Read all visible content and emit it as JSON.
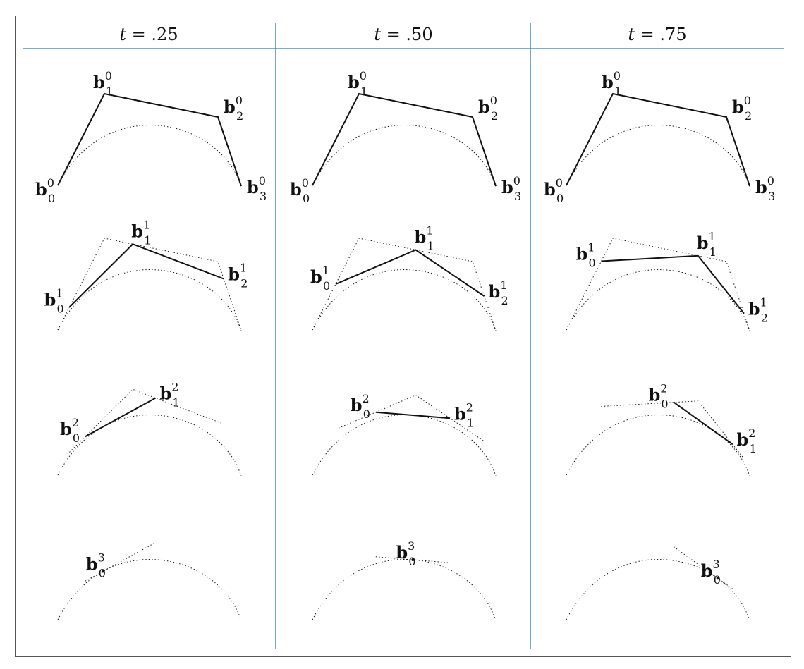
{
  "colors": {
    "rule": "#2a7fb8",
    "frame": "#555555",
    "ink": "#111111"
  },
  "columns": [
    {
      "header": {
        "var": "t",
        "eq": " = ",
        "value": ".25"
      },
      "rows": [
        {
          "labels": [
            {
              "base": "b",
              "sup": "0",
              "sub": "0"
            },
            {
              "base": "b",
              "sup": "0",
              "sub": "1"
            },
            {
              "base": "b",
              "sup": "0",
              "sub": "2"
            },
            {
              "base": "b",
              "sup": "0",
              "sub": "3"
            }
          ]
        },
        {
          "labels": [
            {
              "base": "b",
              "sup": "1",
              "sub": "0"
            },
            {
              "base": "b",
              "sup": "1",
              "sub": "1"
            },
            {
              "base": "b",
              "sup": "1",
              "sub": "2"
            }
          ]
        },
        {
          "labels": [
            {
              "base": "b",
              "sup": "2",
              "sub": "0"
            },
            {
              "base": "b",
              "sup": "2",
              "sub": "1"
            }
          ]
        },
        {
          "labels": [
            {
              "base": "b",
              "sup": "3",
              "sub": "0"
            }
          ]
        }
      ]
    },
    {
      "header": {
        "var": "t",
        "eq": " = ",
        "value": ".50"
      },
      "rows": [
        {
          "labels": [
            {
              "base": "b",
              "sup": "0",
              "sub": "0"
            },
            {
              "base": "b",
              "sup": "0",
              "sub": "1"
            },
            {
              "base": "b",
              "sup": "0",
              "sub": "2"
            },
            {
              "base": "b",
              "sup": "0",
              "sub": "3"
            }
          ]
        },
        {
          "labels": [
            {
              "base": "b",
              "sup": "1",
              "sub": "0"
            },
            {
              "base": "b",
              "sup": "1",
              "sub": "1"
            },
            {
              "base": "b",
              "sup": "1",
              "sub": "2"
            }
          ]
        },
        {
          "labels": [
            {
              "base": "b",
              "sup": "2",
              "sub": "0"
            },
            {
              "base": "b",
              "sup": "2",
              "sub": "1"
            }
          ]
        },
        {
          "labels": [
            {
              "base": "b",
              "sup": "3",
              "sub": "0"
            }
          ]
        }
      ]
    },
    {
      "header": {
        "var": "t",
        "eq": " = ",
        "value": ".75"
      },
      "rows": [
        {
          "labels": [
            {
              "base": "b",
              "sup": "0",
              "sub": "0"
            },
            {
              "base": "b",
              "sup": "0",
              "sub": "1"
            },
            {
              "base": "b",
              "sup": "0",
              "sub": "2"
            },
            {
              "base": "b",
              "sup": "0",
              "sub": "3"
            }
          ]
        },
        {
          "labels": [
            {
              "base": "b",
              "sup": "1",
              "sub": "0"
            },
            {
              "base": "b",
              "sup": "1",
              "sub": "1"
            },
            {
              "base": "b",
              "sup": "1",
              "sub": "2"
            }
          ]
        },
        {
          "labels": [
            {
              "base": "b",
              "sup": "2",
              "sub": "0"
            },
            {
              "base": "b",
              "sup": "2",
              "sub": "1"
            }
          ]
        },
        {
          "labels": [
            {
              "base": "b",
              "sup": "3",
              "sub": "0"
            }
          ]
        }
      ]
    }
  ]
}
